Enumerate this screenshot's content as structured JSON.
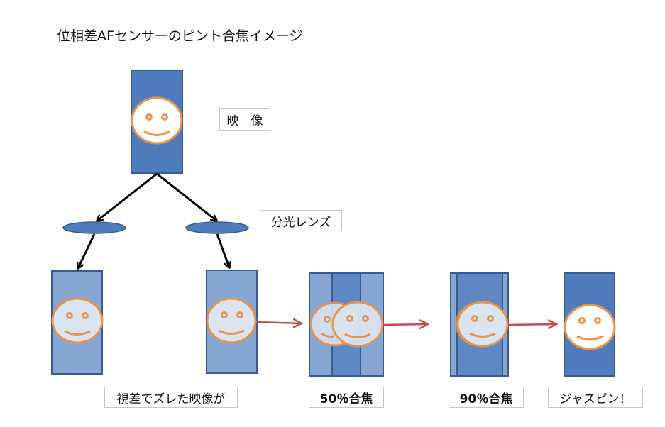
{
  "title": "位相差AFセンサーのピント合焦イメージ",
  "labels": {
    "image": "映　像",
    "splitter_lens": "分光レンズ",
    "parallax": "視差でズレた映像が",
    "focus_50": "50％合焦",
    "focus_90": "90％合焦",
    "just_focus": "ジャスピン！"
  },
  "colors": {
    "dark_blue": "#4f7cbd",
    "light_blue": "#86a6d4",
    "border_blue": "#385d8a",
    "face_orange": "#e8944a",
    "face_fill": "#dbe4f1",
    "face_white": "#ffffff",
    "arrow_black": "#000000",
    "arrow_red": "#c0504d"
  },
  "stages": [
    "source-image",
    "split-left",
    "split-right",
    "focus-50",
    "focus-90",
    "focus-100"
  ]
}
